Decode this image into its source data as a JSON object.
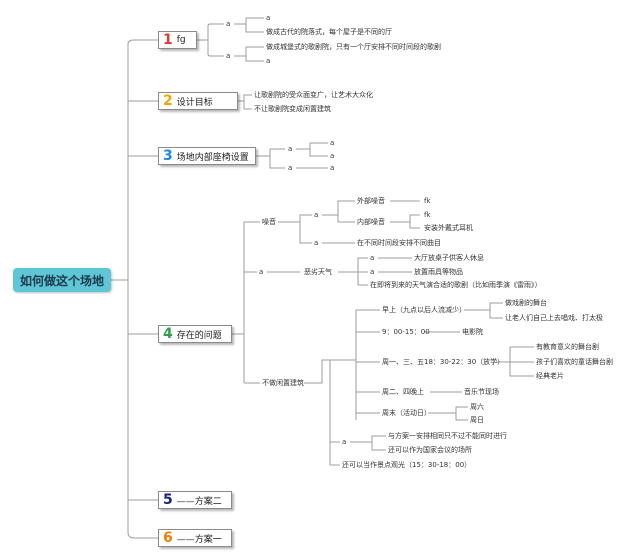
{
  "root": {
    "label": "如何做这个场地"
  },
  "branches": {
    "b1": {
      "num": "1",
      "label": "fg",
      "color": "#e53935"
    },
    "b2": {
      "num": "2",
      "label": "设计目标",
      "color": "#f0a500"
    },
    "b3": {
      "num": "3",
      "label": "场地内部座椅设置",
      "color": "#1e88e5"
    },
    "b4": {
      "num": "4",
      "label": "存在的问题",
      "color": "#2e9e4a"
    },
    "b5": {
      "num": "5",
      "label": "——方案二",
      "color": "#1a237e"
    },
    "b6": {
      "num": "6",
      "label": "——方案一",
      "color": "#f57c00"
    }
  },
  "nodes": {
    "b1_a1": "a",
    "b1_a1_c1": "a",
    "b1_a1_c2": "做成古代的院落式，每个屋子是不同的厅",
    "b1_a2": "a",
    "b1_a2_c1": "做成城堡式的歌剧院，只有一个厅安排不同时间段的歌剧",
    "b1_a2_c2": "a",
    "b2_c1": "让歌剧院的受众面变广，让艺术大众化",
    "b2_c2": "不让歌剧院变成闲置建筑",
    "b3_a1": "a",
    "b3_a1_c1": "a",
    "b3_a1_c2": "a",
    "b3_a2": "a",
    "b3_a2_c1": "a",
    "noise": "噪音",
    "noise_a": "a",
    "outer_noise": "外部噪音",
    "outer_fk": "fk",
    "inner_noise": "内部噪音",
    "inner_fk": "fk",
    "earphone": "安装外戴式耳机",
    "noise_a2": "a",
    "diff_time": "在不同时间段安排不同曲目",
    "b4_a": "a",
    "weather": "恶劣天气",
    "w_a1": "a",
    "w_c1": "大厅放桌子供客人休息",
    "w_a2": "a",
    "w_c2": "放置雨具等物品",
    "w_c3": "在即将到来的天气演合适的歌剧（比如雨季演《雷雨》）",
    "idle": "不做闲置建筑",
    "morning": "早上（九点以后人流减少）",
    "stage": "做戏剧的舞台",
    "elderly": "让老人们自己上去唱戏、打太极",
    "nine": "9：00-15：00",
    "cinema": "电影院",
    "mwf": "周一、三、五18：30-22：30（放学）",
    "edu": "有教育意义的舞台剧",
    "kids": "孩子们喜欢的童话舞台剧",
    "classic_film": "经典老片",
    "tt": "周二、四晚上",
    "music": "音乐节现场",
    "weekend": "周末（活动日）",
    "sat": "周六",
    "sun": "周日",
    "idle_a": "a",
    "plan1": "与方案一安排相同只不过不能同时进行",
    "conf": "还可以作为国家会议的场所",
    "scenic": "还可以当作景点观光（15：30-18：00）"
  }
}
